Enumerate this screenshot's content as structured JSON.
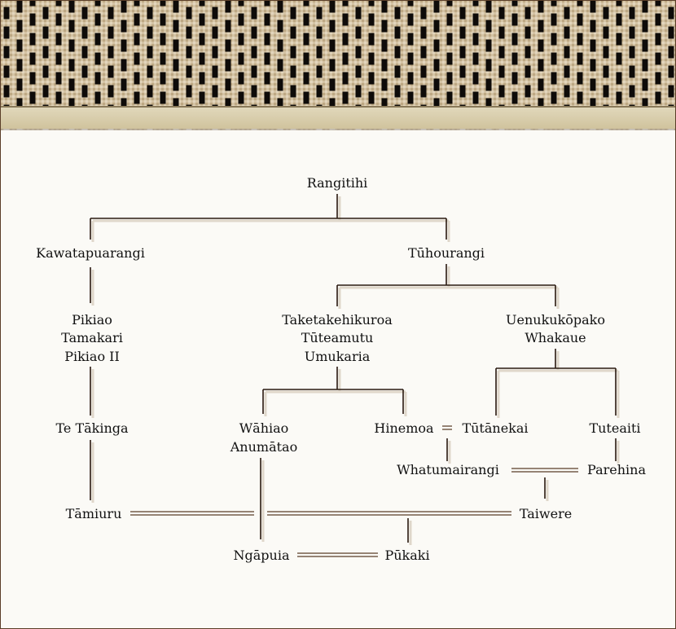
{
  "tree": {
    "people": {
      "rangitihi": [
        "Rangitihi"
      ],
      "kawatapuarangi": [
        "Kawatapuarangi"
      ],
      "tuhourangi": [
        "Tūhourangi"
      ],
      "pikiao": [
        "Pikiao",
        "Tamakari",
        "Pikiao II"
      ],
      "taketakehikuroa": [
        "Taketakehikuroa",
        "Tūteamutu",
        "Umukaria"
      ],
      "uenukukopako": [
        "Uenukukōpako",
        "Whakaue"
      ],
      "te_takinga": [
        "Te Tākinga"
      ],
      "wahiao": [
        "Wāhiao",
        "Anumātao"
      ],
      "hinemoa": [
        "Hinemoa"
      ],
      "tutanekai": [
        "Tūtānekai"
      ],
      "tuteaiti": [
        "Tuteaiti"
      ],
      "whatumairangi": [
        "Whatumairangi"
      ],
      "parehina": [
        "Parehina"
      ],
      "tamiuru": [
        "Tāmiuru"
      ],
      "taiwere": [
        "Taiwere"
      ],
      "ngapuia": [
        "Ngāpuia"
      ],
      "pukaki": [
        "Pūkaki"
      ]
    }
  }
}
